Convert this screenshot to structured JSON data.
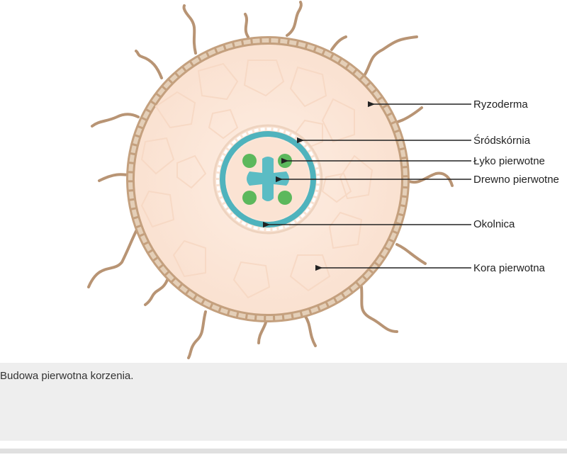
{
  "diagram": {
    "labels": {
      "rhizoderm": "Ryzoderma",
      "endodermis": "Śródskórnia",
      "phloem": "Łyko pierwotne",
      "xylem": "Drewno pierwotne",
      "pericycle": "Okolnica",
      "cortex": "Kora pierwotna"
    },
    "colors": {
      "rhizoderm": "#c4a07e",
      "cortex": "#fbe6d8",
      "endodermis_ring": "#4fb3bd",
      "phloem": "#5cb85c",
      "xylem": "#5bbcc4",
      "hair": "#b89474"
    }
  },
  "caption": {
    "text": "Budowa pierwotna korzenia."
  }
}
